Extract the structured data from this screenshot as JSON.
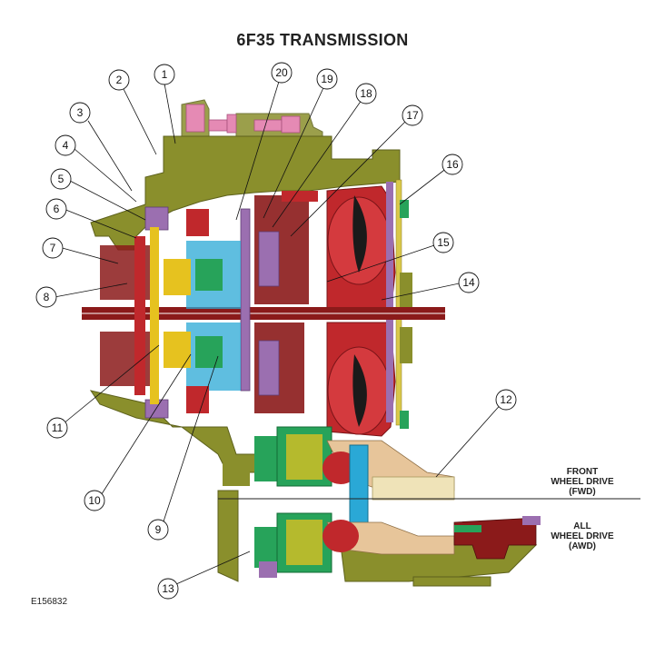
{
  "title": "6F35 TRANSMISSION",
  "callouts": [
    "1",
    "2",
    "3",
    "4",
    "5",
    "6",
    "7",
    "8",
    "9",
    "10",
    "11",
    "12",
    "13",
    "14",
    "15",
    "16",
    "17",
    "18",
    "19",
    "20"
  ],
  "labels": {
    "fwd": [
      "FRONT",
      "WHEEL DRIVE",
      "(FWD)"
    ],
    "awd": [
      "ALL",
      "WHEEL DRIVE",
      "(AWD)"
    ]
  },
  "figure_code": "E156832",
  "colors": {
    "housing": "#8a8f2c",
    "converter": "#c0282c",
    "shaft": "#8b1a1a",
    "purple": "#9b6fb0",
    "cyan": "#2aa8d6",
    "green": "#27a35a",
    "yellow": "#e6c21f",
    "tan": "#e7c59a",
    "pink": "#e58ab4"
  }
}
